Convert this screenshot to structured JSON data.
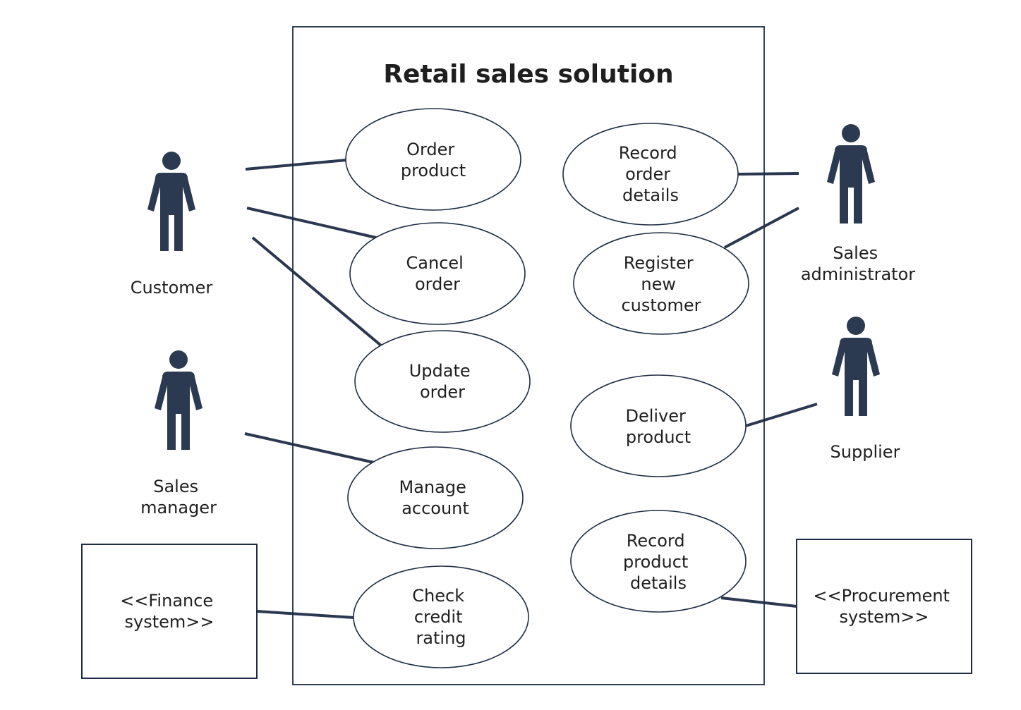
{
  "colors": {
    "actor": "#2b3a50",
    "stroke": "#1f2d44",
    "text": "#1f1f1f"
  },
  "system": {
    "title": "Retail sales solution"
  },
  "use_cases": {
    "order_product": [
      "Order",
      "product"
    ],
    "cancel_order": [
      "Cancel",
      "order"
    ],
    "update_order": [
      "Update",
      "order"
    ],
    "manage_account": [
      "Manage",
      "account"
    ],
    "check_credit_rating": [
      "Check",
      "credit",
      "rating"
    ],
    "record_order_details": [
      "Record",
      "order",
      "details"
    ],
    "register_new_customer": [
      "Register",
      "new",
      "customer"
    ],
    "deliver_product": [
      "Deliver",
      "product"
    ],
    "record_product_details": [
      "Record",
      "product",
      "details"
    ]
  },
  "actors": {
    "customer": [
      "Customer"
    ],
    "sales_manager": [
      "Sales",
      "manager"
    ],
    "sales_administrator": [
      "Sales",
      "administrator"
    ],
    "supplier": [
      "Supplier"
    ]
  },
  "external_systems": {
    "finance": [
      "<<Finance",
      "system>>"
    ],
    "procurement": [
      "<<Procurement",
      "system>>"
    ]
  }
}
